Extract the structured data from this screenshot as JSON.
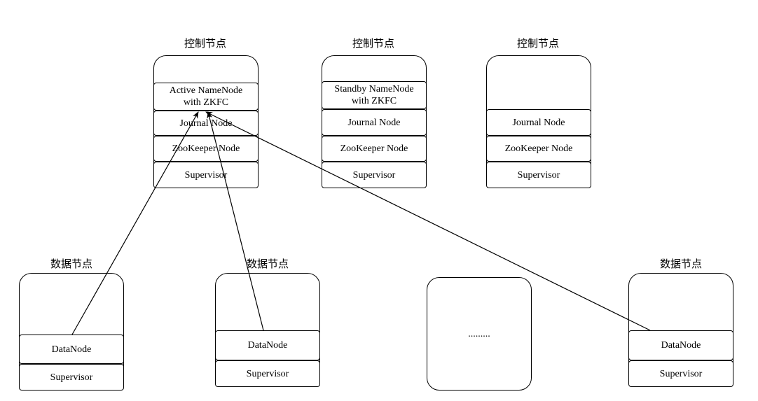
{
  "control_nodes": [
    {
      "title": "控制节点",
      "cells": [
        "Active NameNode\nwith ZKFC",
        "Journal Node",
        "ZooKeeper Node",
        "Supervisor"
      ]
    },
    {
      "title": "控制节点",
      "cells": [
        "Standby NameNode\nwith ZKFC",
        "Journal Node",
        "ZooKeeper Node",
        "Supervisor"
      ]
    },
    {
      "title": "控制节点",
      "cells": [
        "Journal Node",
        "ZooKeeper Node",
        "Supervisor"
      ]
    }
  ],
  "data_nodes": [
    {
      "title": "数据节点",
      "cells": [
        "DataNode",
        "Supervisor"
      ]
    },
    {
      "title": "数据节点",
      "cells": [
        "DataNode",
        "Supervisor"
      ]
    },
    {
      "title": "",
      "cells": [],
      "ellipsis": "........."
    },
    {
      "title": "数据节点",
      "cells": [
        "DataNode",
        "Supervisor"
      ]
    }
  ],
  "colors": {
    "stroke": "#000000",
    "background": "#ffffff"
  }
}
